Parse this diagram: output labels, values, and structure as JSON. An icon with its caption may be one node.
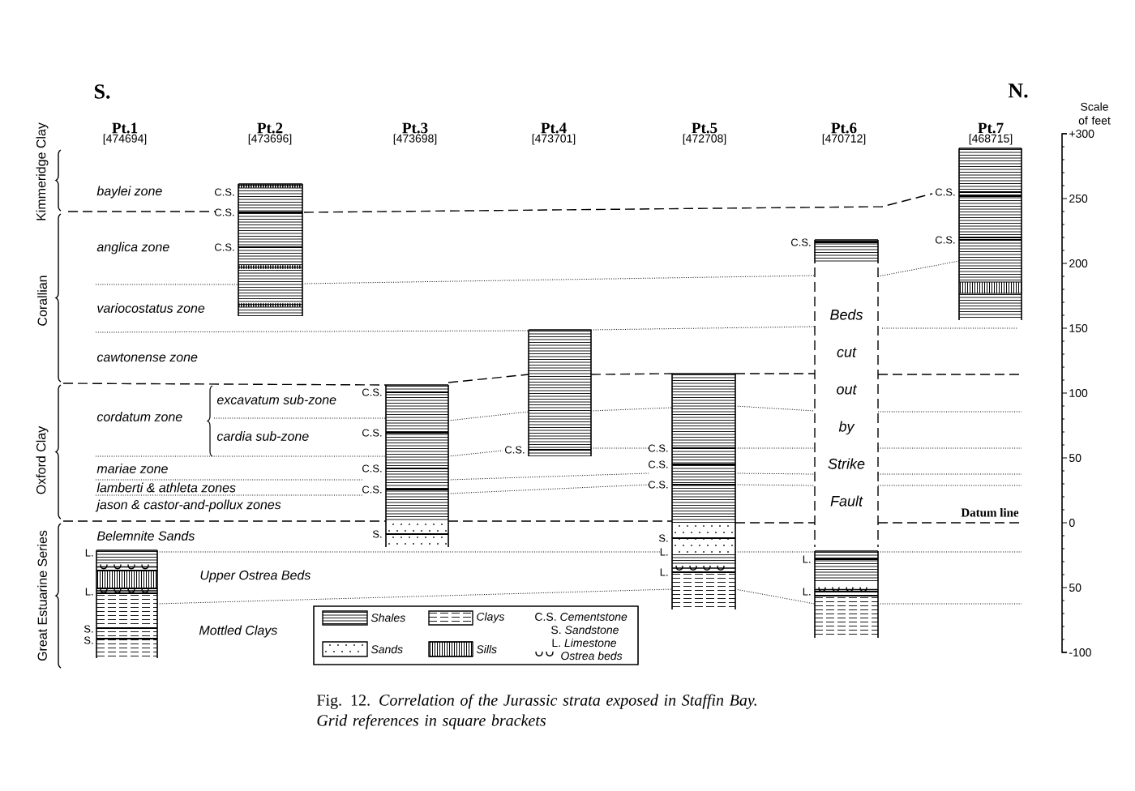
{
  "diagram": {
    "caption": "Fig. 12. *Correlation of the Jurassic strata exposed in Staffin Bay. Grid references in square brackets*",
    "nodes": [
      {
        "text": [
          "Beds cut out by Strike Fault"
        ]
      }
    ],
    "labels": [
      "S.",
      "N.",
      "Scale of feet",
      "Pt.1",
      "[474694]",
      "Pt.2",
      "[473696]",
      "Pt.3",
      "[473698]",
      "Pt.4",
      "[473701]",
      "Pt.5",
      "[472708]",
      "Pt.6",
      "[470712]",
      "Pt.7",
      "[468715]",
      "Kimmeridge Clay",
      "Corallian",
      "Oxford Clay",
      "Great Estuarine Series",
      "baylei zone",
      "C.S.",
      "C.S.",
      "C.S.",
      "anglica zone",
      "C.S.",
      "C.S.",
      "C.S.",
      "variocostatus zone",
      "cawtonense zone",
      "excavatum sub-zone",
      "C.S.",
      "cordatum zone",
      "cardia sub-zone",
      "C.S.",
      "C.S.",
      "C.S.",
      "C.S.",
      "mariae zone",
      "C.S.",
      "lamberti & athleta zones",
      "C.S.",
      "C.S.",
      "jason & castor-and-pollux zones",
      "Datum line",
      "Belemnite Sands",
      "S.",
      "S.",
      "L.",
      "L.",
      "L.",
      "L.",
      "Upper Ostrea Beds",
      "L.",
      "L.",
      "Mottled Clays",
      "S.",
      "S.",
      "+300",
      "250",
      "200",
      "150",
      "100",
      "50",
      "0",
      "50",
      "-100"
    ],
    "legend": [
      {
        "text": "Shales"
      },
      {
        "text": "Clays"
      },
      {
        "text": "Sands"
      },
      {
        "text": "Sills"
      },
      {
        "text": "C.S. *Cementstone*"
      },
      {
        "text": "S. *Sandstone*"
      },
      {
        "text": "L. *Limestone*"
      },
      {
        "text": "Ostrea beds"
      }
    ]
  }
}
